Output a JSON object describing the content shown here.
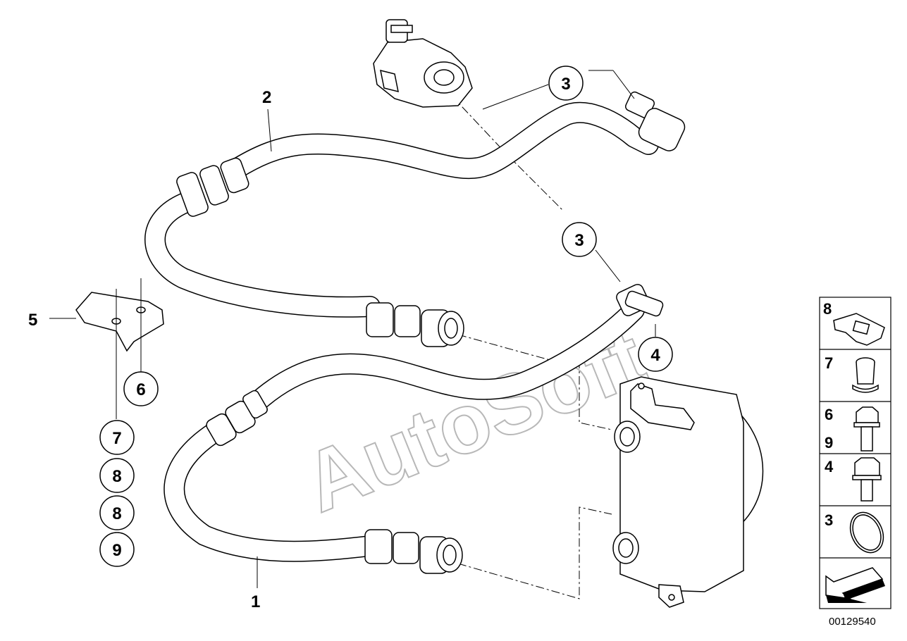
{
  "callouts": {
    "hose_1": "1",
    "hose_2": "2",
    "oring_top": "3",
    "oring_mid": "3",
    "bolt": "4",
    "bracket": "5",
    "screw": "6",
    "stack": [
      "7",
      "8",
      "8",
      "9"
    ]
  },
  "side_panel": [
    {
      "labels": [
        "8"
      ],
      "icon": "clip-icon"
    },
    {
      "labels": [
        "7"
      ],
      "icon": "sleeve-icon"
    },
    {
      "labels": [
        "6",
        "9"
      ],
      "icon": "bolt-long-icon"
    },
    {
      "labels": [
        "4"
      ],
      "icon": "bolt-short-icon"
    },
    {
      "labels": [
        "3"
      ],
      "icon": "oring-icon"
    },
    {
      "labels": [],
      "icon": "direction-arrow-icon"
    }
  ],
  "watermark": "AutoSoft",
  "part_number": "00129540"
}
